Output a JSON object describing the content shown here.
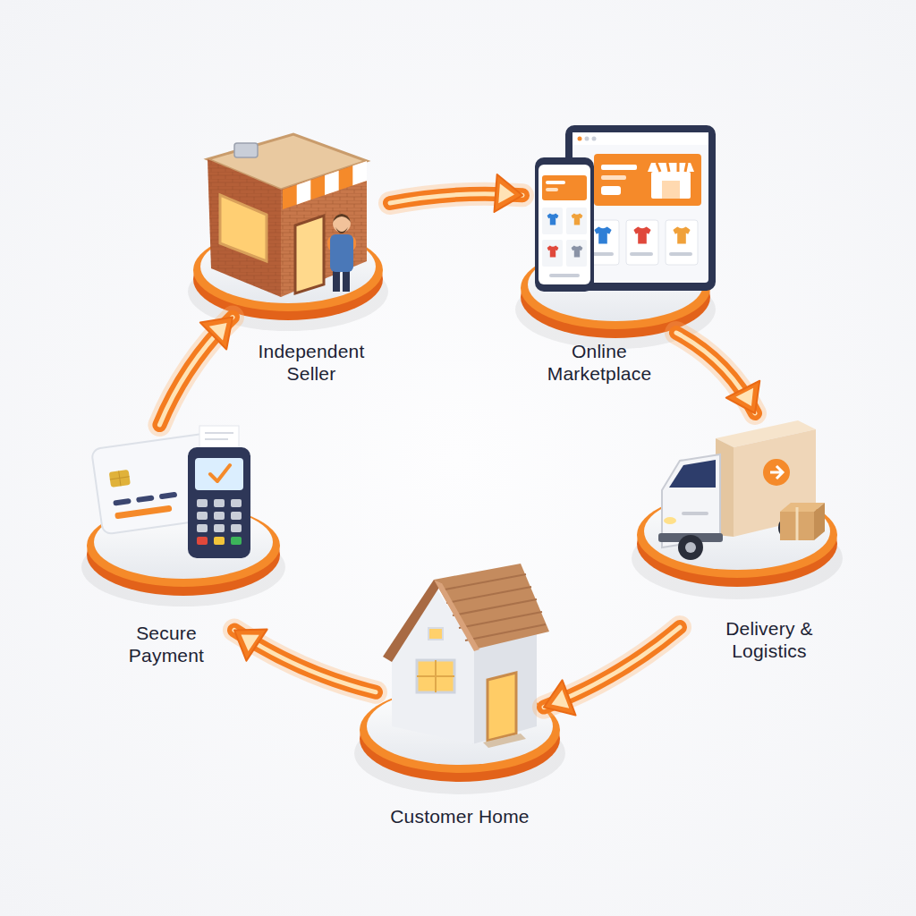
{
  "diagram": {
    "nodes": [
      {
        "text": [
          "Independent Seller"
        ]
      },
      {
        "text": [
          "Online Marketplace"
        ]
      },
      {
        "text": [
          "Delivery & Logistics"
        ]
      },
      {
        "text": [
          "Customer Home"
        ]
      },
      {
        "text": [
          "Secure Payment"
        ]
      }
    ],
    "edges": [
      {
        "from": 0,
        "to": 1,
        "arrow": "to"
      },
      {
        "from": 1,
        "to": 2,
        "arrow": "to"
      },
      {
        "from": 2,
        "to": 3,
        "arrow": "to"
      },
      {
        "from": 3,
        "to": 4,
        "arrow": "to"
      },
      {
        "from": 4,
        "to": 0,
        "arrow": "to"
      }
    ]
  }
}
